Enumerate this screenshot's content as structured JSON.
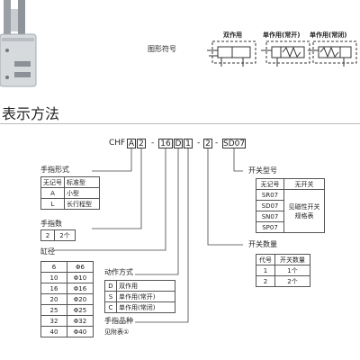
{
  "symbol_caption": "图形符号",
  "symbols": {
    "double": "双作用",
    "single_no": "单作用(常开)",
    "single_nc": "单作用(常闭)"
  },
  "heading": "表示方法",
  "code": {
    "prefix": "CHF",
    "type": "A",
    "fingers": "2",
    "sep1": "-",
    "bore": "16",
    "action": "D",
    "spec": "1",
    "sep2": "-",
    "sw_count": "2",
    "sw_model": "SD07"
  },
  "finger_type": {
    "title": "手指形式",
    "rows": [
      [
        "无记号",
        "标准型"
      ],
      [
        "A",
        "小型"
      ],
      [
        "L",
        "长行程型"
      ]
    ]
  },
  "finger_count": {
    "title": "手指数",
    "rows": [
      [
        "2",
        "2个"
      ]
    ]
  },
  "bore": {
    "title": "缸径",
    "rows": [
      [
        "6",
        "Φ6"
      ],
      [
        "10",
        "Φ10"
      ],
      [
        "16",
        "Φ16"
      ],
      [
        "20",
        "Φ20"
      ],
      [
        "25",
        "Φ25"
      ],
      [
        "32",
        "Φ32"
      ],
      [
        "40",
        "Φ40"
      ]
    ]
  },
  "action": {
    "title": "动作方式",
    "rows": [
      [
        "D",
        "双作用"
      ],
      [
        "S",
        "单作用(常开)"
      ],
      [
        "C",
        "单作用(常闭)"
      ]
    ]
  },
  "spec": {
    "title": "手指品种",
    "note": "见附表①"
  },
  "switch_model": {
    "title": "开关型号",
    "header": [
      "无记号",
      "无开关"
    ],
    "models": [
      "SR07",
      "SD07",
      "SN07",
      "SP07"
    ],
    "note": "见磁性开关规格表"
  },
  "switch_count": {
    "title": "开关数量",
    "header": [
      "代号",
      "开关数量"
    ],
    "rows": [
      [
        "1",
        "1个"
      ],
      [
        "2",
        "2个"
      ]
    ]
  }
}
